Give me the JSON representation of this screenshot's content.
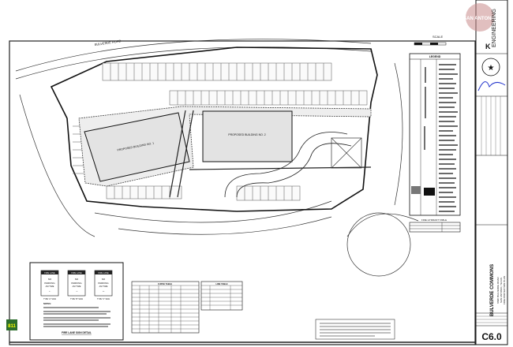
{
  "sheet": {
    "project_title": "BULVERDE COMMONS",
    "sheet_title": "FIRE PROTECTION PLAN",
    "sheet_number": "C6.0",
    "firm": "ENGINEERING",
    "firm_mark": "K",
    "watermark": "SAN ANTONIO",
    "address_lines": [
      "NWC BULVERDE ROAD",
      "SAN ANTONIO, TEXAS"
    ]
  },
  "plan": {
    "building_1": "PROPOSED BUILDING NO. 1",
    "building_2": "PROPOSED BUILDING NO. 2",
    "road": "BULVERDE ROAD",
    "scale_label": "SCALE"
  },
  "legend": {
    "title": "LEGEND"
  },
  "hydrant_table": {
    "title": "FIRE HYDRANT TABLE"
  },
  "curve_table": {
    "title": "CURVE TABLE"
  },
  "line_table": {
    "title": "LINE TABLE"
  },
  "sign_detail": {
    "title": "FIRE LANE SIGN DETAIL",
    "notes_label": "NOTES:",
    "signs": [
      {
        "header": "FIRE LANE",
        "line1": "NO",
        "line2": "PARKING",
        "line3": "ANYTIME",
        "arrow": "←",
        "type": "TYPE \"A\" SIGN"
      },
      {
        "header": "FIRE LANE",
        "line1": "NO",
        "line2": "PARKING",
        "line3": "ANYTIME",
        "arrow": "→",
        "type": "TYPE \"B\" SIGN"
      },
      {
        "header": "FIRE LANE",
        "line1": "NO",
        "line2": "PARKING",
        "line3": "ANYTIME",
        "arrow": "↔",
        "type": "TYPE \"C\" SIGN"
      }
    ]
  },
  "badge": {
    "text": "811"
  }
}
